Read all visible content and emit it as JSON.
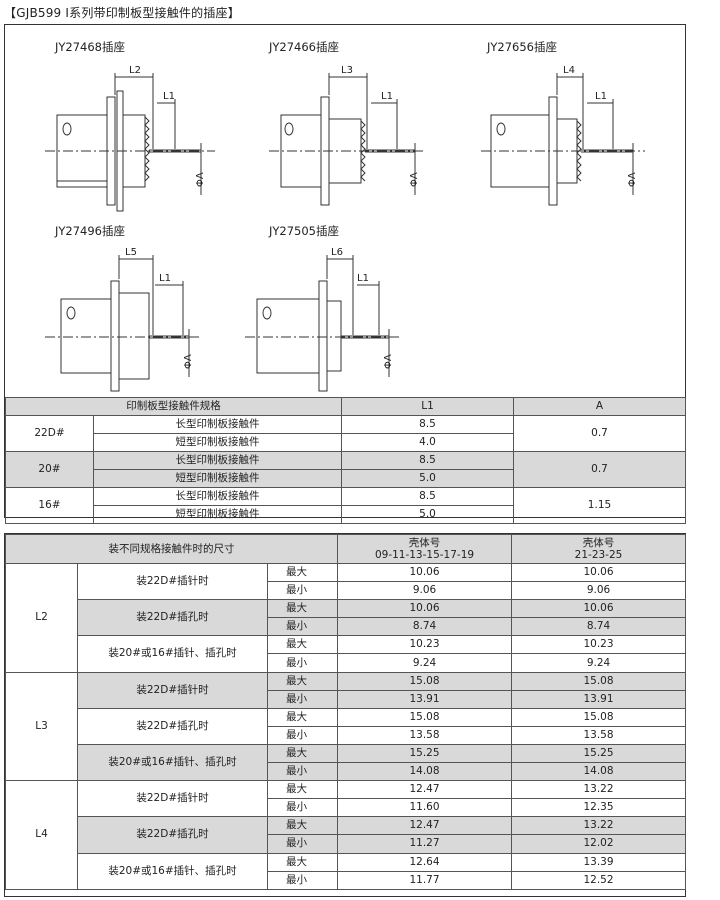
{
  "title": "【GJB599 Ⅰ系列带印制板型接触件的插座】",
  "drawings": {
    "labels": [
      "JY27468插座",
      "JY27466插座",
      "JY27656插座",
      "JY27496插座",
      "JY27505插座"
    ],
    "dims": {
      "L1": "L1",
      "L2": "L2",
      "L3": "L3",
      "L4": "L4",
      "L5": "L5",
      "L6": "L6",
      "phiA": "ΦA"
    }
  },
  "spec_table": {
    "headers": [
      "印制板型接触件规格",
      "L1",
      "A"
    ],
    "groups": [
      {
        "size": "22D#",
        "rows": [
          {
            "type": "长型印制板接触件",
            "l1": "8.5"
          },
          {
            "type": "短型印制板接触件",
            "l1": "4.0"
          }
        ],
        "a": "0.7"
      },
      {
        "size": "20#",
        "rows": [
          {
            "type": "长型印制板接触件",
            "l1": "8.5"
          },
          {
            "type": "短型印制板接触件",
            "l1": "5.0"
          }
        ],
        "a": "0.7"
      },
      {
        "size": "16#",
        "rows": [
          {
            "type": "长型印制板接触件",
            "l1": "8.5"
          },
          {
            "type": "短型印制板接触件",
            "l1": "5.0"
          }
        ],
        "a": "1.15"
      }
    ]
  },
  "dim_table": {
    "header_main": "装不同规格接触件时的尺寸",
    "col1_line1": "壳体号",
    "col1_line2": "09-11-13-15-17-19",
    "col2_line1": "壳体号",
    "col2_line2": "21-23-25",
    "max_label": "最大",
    "min_label": "最小",
    "groups": [
      {
        "dim": "L2",
        "rows": [
          {
            "cond": "装22D#插针时",
            "max": [
              "10.06",
              "10.06"
            ],
            "min": [
              "9.06",
              "9.06"
            ]
          },
          {
            "cond": "装22D#插孔时",
            "max": [
              "10.06",
              "10.06"
            ],
            "min": [
              "8.74",
              "8.74"
            ]
          },
          {
            "cond": "装20#或16#插针、插孔时",
            "max": [
              "10.23",
              "10.23"
            ],
            "min": [
              "9.24",
              "9.24"
            ]
          }
        ]
      },
      {
        "dim": "L3",
        "rows": [
          {
            "cond": "装22D#插针时",
            "max": [
              "15.08",
              "15.08"
            ],
            "min": [
              "13.91",
              "13.91"
            ]
          },
          {
            "cond": "装22D#插孔时",
            "max": [
              "15.08",
              "15.08"
            ],
            "min": [
              "13.58",
              "13.58"
            ]
          },
          {
            "cond": "装20#或16#插针、插孔时",
            "max": [
              "15.25",
              "15.25"
            ],
            "min": [
              "14.08",
              "14.08"
            ]
          }
        ]
      },
      {
        "dim": "L4",
        "rows": [
          {
            "cond": "装22D#插针时",
            "max": [
              "12.47",
              "13.22"
            ],
            "min": [
              "11.60",
              "12.35"
            ]
          },
          {
            "cond": "装22D#插孔时",
            "max": [
              "12.47",
              "13.22"
            ],
            "min": [
              "11.27",
              "12.02"
            ]
          },
          {
            "cond": "装20#或16#插针、插孔时",
            "max": [
              "12.64",
              "13.39"
            ],
            "min": [
              "11.77",
              "12.52"
            ]
          }
        ]
      }
    ]
  }
}
